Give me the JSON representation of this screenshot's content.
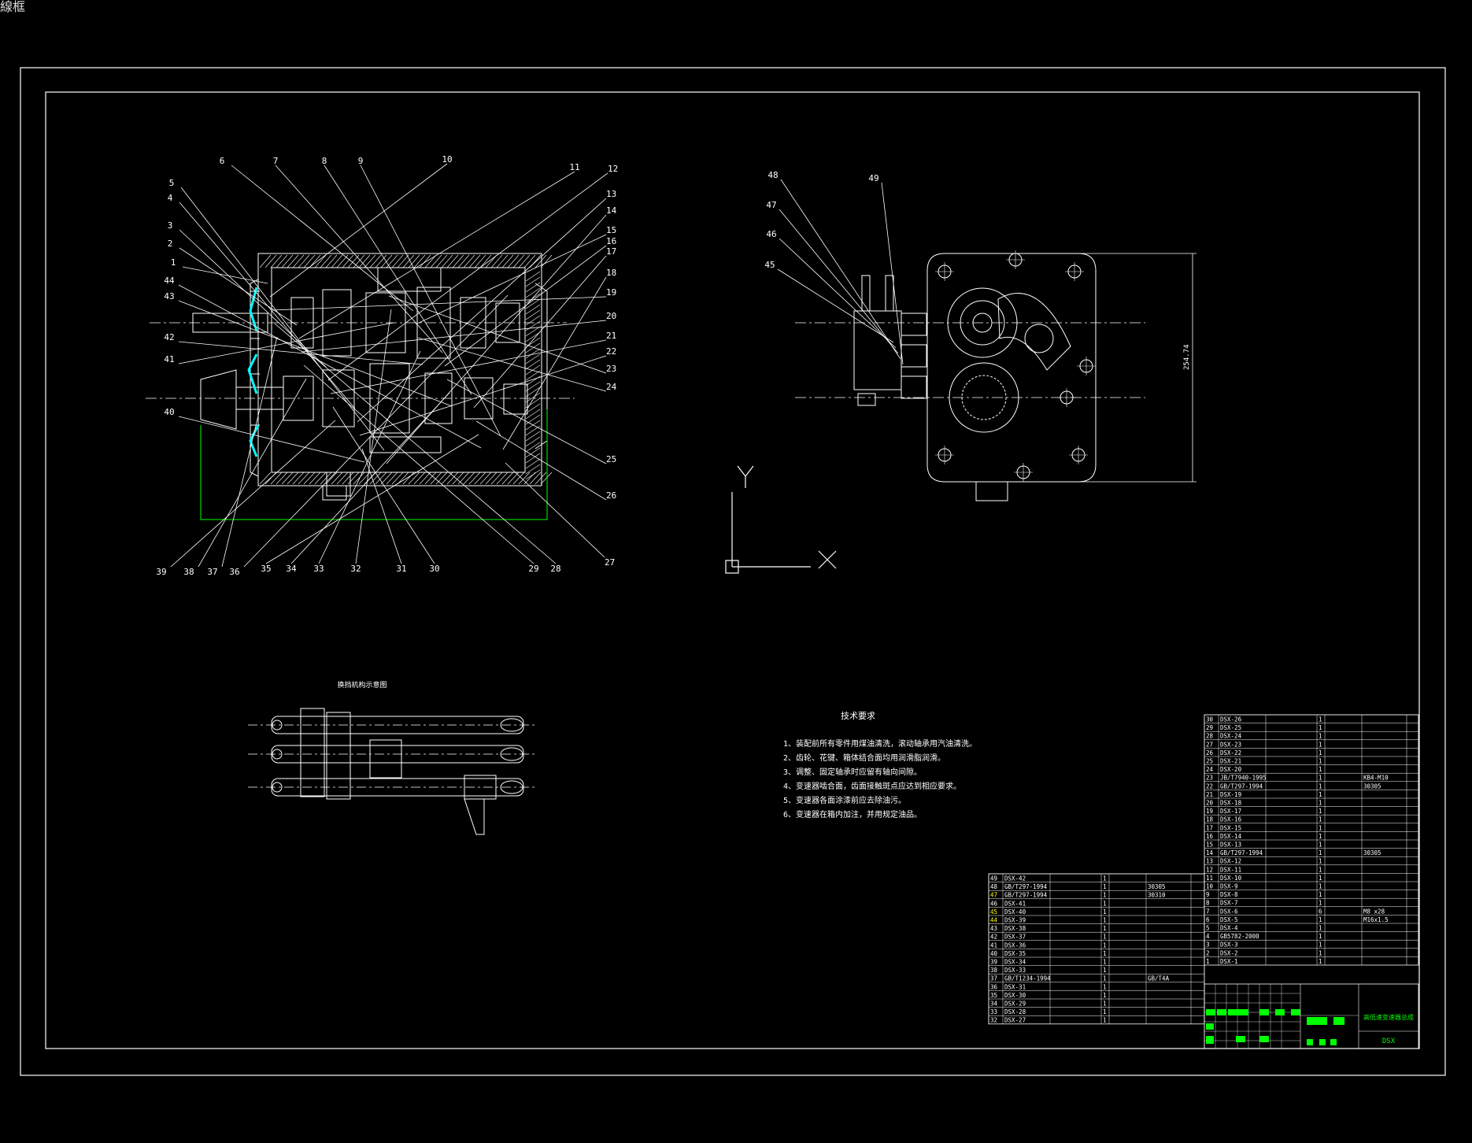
{
  "window": {
    "title_fragment": "線框"
  },
  "balloons_main": [
    "1",
    "2",
    "3",
    "4",
    "5",
    "6",
    "7",
    "8",
    "9",
    "10",
    "11",
    "12",
    "13",
    "14",
    "15",
    "16",
    "17",
    "18",
    "19",
    "20",
    "21",
    "22",
    "23",
    "24",
    "25",
    "26",
    "27",
    "28",
    "29",
    "30",
    "31",
    "32",
    "33",
    "34",
    "35",
    "36",
    "37",
    "38",
    "39",
    "40",
    "41",
    "42",
    "43",
    "44"
  ],
  "balloons_side": [
    "45",
    "46",
    "47",
    "48",
    "49"
  ],
  "section_title": "换挡机构示意图",
  "axes": {
    "x": "X",
    "y": "Y"
  },
  "dimension_side": "254.74",
  "tech": {
    "title": "技术要求",
    "items": [
      "1、装配前所有零件用煤油清洗，滚动轴承用汽油清洗。",
      "2、齿轮、花键、箱体结合面均用润滑脂润滑。",
      "3、调整、固定轴承时应留有轴向间隙。",
      "4、变速器啮合面，齿面接触斑点应达到相应要求。",
      "5、变速器各面涂漆前应去除油污。",
      "6、变速器在箱内加注，并用规定油品。"
    ]
  },
  "bom_right": [
    [
      "30",
      "DSX-26",
      "",
      "1"
    ],
    [
      "29",
      "DSX-25",
      "",
      "1"
    ],
    [
      "28",
      "DSX-24",
      "",
      "1"
    ],
    [
      "27",
      "DSX-23",
      "",
      "1"
    ],
    [
      "26",
      "DSX-22",
      "",
      "1"
    ],
    [
      "25",
      "DSX-21",
      "",
      "1"
    ],
    [
      "24",
      "DSX-20",
      "",
      "1"
    ],
    [
      "23",
      "JB/T7940-1995",
      "",
      "1",
      "",
      "KB4-M10"
    ],
    [
      "22",
      "GB/T297-1994",
      "",
      "1",
      "",
      "30305"
    ],
    [
      "21",
      "DSX-19",
      "",
      "1"
    ],
    [
      "20",
      "DSX-18",
      "",
      "1"
    ],
    [
      "19",
      "DSX-17",
      "",
      "1"
    ],
    [
      "18",
      "DSX-16",
      "",
      "1"
    ],
    [
      "17",
      "DSX-15",
      "",
      "1"
    ],
    [
      "16",
      "DSX-14",
      "",
      "1"
    ],
    [
      "15",
      "DSX-13",
      "",
      "1"
    ],
    [
      "14",
      "GB/T297-1994",
      "",
      "1",
      "",
      "30305"
    ],
    [
      "13",
      "DSX-12",
      "",
      "1"
    ],
    [
      "12",
      "DSX-11",
      "",
      "1"
    ],
    [
      "11",
      "DSX-10",
      "",
      "1"
    ],
    [
      "10",
      "DSX-9",
      "",
      "1"
    ],
    [
      "9",
      "DSX-8",
      "",
      "1"
    ],
    [
      "8",
      "DSX-7",
      "",
      "1"
    ],
    [
      "7",
      "DSX-6",
      "",
      "6",
      "",
      "M8 x28"
    ],
    [
      "6",
      "DSX-5",
      "",
      "1",
      "",
      "M16x1.5"
    ],
    [
      "5",
      "DSX-4",
      "",
      "1"
    ],
    [
      "4",
      "GB5782-2000",
      "",
      "1"
    ],
    [
      "3",
      "DSX-3",
      "",
      "1"
    ],
    [
      "2",
      "DSX-2",
      "",
      "1"
    ],
    [
      "1",
      "DSX-1",
      "",
      "1"
    ]
  ],
  "bom_left": [
    [
      "49",
      "DSX-42",
      "",
      "1"
    ],
    [
      "48",
      "GB/T297-1994",
      "",
      "1",
      "",
      "30305"
    ],
    [
      "47",
      "GB/T297-1994",
      "",
      "1",
      "",
      "30310"
    ],
    [
      "46",
      "DSX-41",
      "",
      "1"
    ],
    [
      "45",
      "DSX-40",
      "",
      "1"
    ],
    [
      "44",
      "DSX-39",
      "",
      "1"
    ],
    [
      "43",
      "DSX-38",
      "",
      "1"
    ],
    [
      "42",
      "DSX-37",
      "",
      "1"
    ],
    [
      "41",
      "DSX-36",
      "",
      "1"
    ],
    [
      "40",
      "DSX-35",
      "",
      "1"
    ],
    [
      "39",
      "DSX-34",
      "",
      "1"
    ],
    [
      "38",
      "DSX-33",
      "",
      "1"
    ],
    [
      "37",
      "GB/T1234-1994",
      "",
      "1",
      "",
      "GB/T4A"
    ],
    [
      "36",
      "DSX-31",
      "",
      "1"
    ],
    [
      "35",
      "DSX-30",
      "",
      "1"
    ],
    [
      "34",
      "DSX-29",
      "",
      "1"
    ],
    [
      "33",
      "DSX-28",
      "",
      "1"
    ],
    [
      "32",
      "DSX-27",
      "",
      "1"
    ]
  ],
  "title_block": {
    "drawing_title": "高低速变速器总成",
    "code": "DSX"
  },
  "colors": {
    "frame": "#ffffff",
    "line": "#ffffff",
    "hatch": "#ffffff",
    "dim": "#00ff00",
    "highlight": "#00ffff",
    "tag": "#ffff00",
    "table_fill": "#00ff00"
  }
}
